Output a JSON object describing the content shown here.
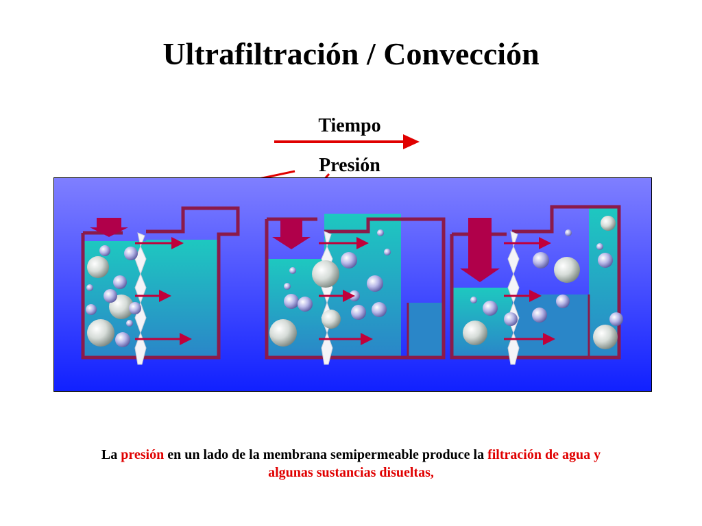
{
  "title": "Ultrafiltración / Convección",
  "labels": {
    "time": "Tiempo",
    "pressure": "Presión"
  },
  "caption": {
    "part1": "La ",
    "highlight1": "presión",
    "part2": " en un lado de la membrana semipermeable produce la ",
    "highlight2": "filtración de agua y",
    "highlight3": "algunas sustancias disueltas,"
  },
  "colors": {
    "accent_red": "#e00000",
    "container_outline": "#8b1a4a",
    "water": "#1ec8c0",
    "background_top": "#7f7fff",
    "background_bottom": "#1020ff",
    "piston": "#b0004a"
  },
  "icons": [
    "time-arrow-icon",
    "pressure-pointer-icon",
    "piston-arrow-icon",
    "membrane-icon",
    "solute-particle-icon",
    "flow-arrow-icon"
  ]
}
